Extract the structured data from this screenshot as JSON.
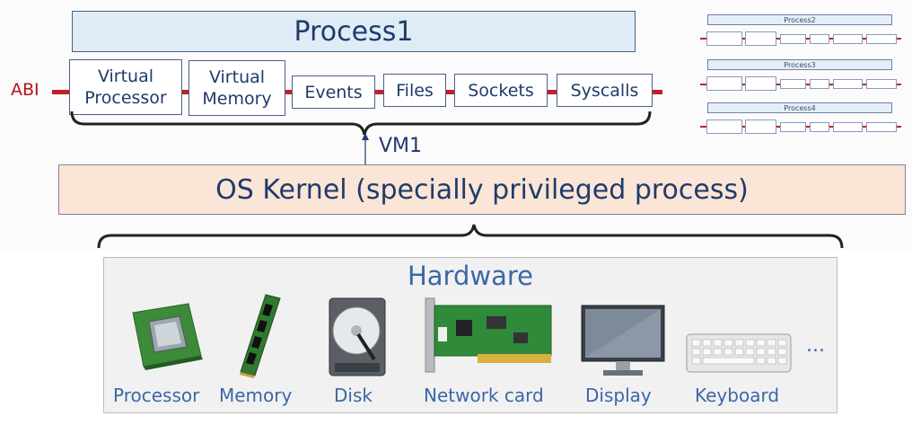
{
  "process": {
    "title": "Process1"
  },
  "abi_label": "ABI",
  "interfaces": [
    "Virtual\nProcessor",
    "Virtual\nMemory",
    "Events",
    "Files",
    "Sockets",
    "Syscalls"
  ],
  "vm_label": "VM1",
  "kernel": {
    "label": "OS Kernel (specially privileged process)"
  },
  "hardware": {
    "title": "Hardware",
    "devices": [
      "Processor",
      "Memory",
      "Disk",
      "Network card",
      "Display",
      "Keyboard"
    ],
    "more": "..."
  },
  "other_processes": [
    "Process2",
    "Process3",
    "Process4"
  ],
  "colors": {
    "abi_red": "#c0202a",
    "process_fill": "#dfecf6",
    "kernel_fill": "#fbe5d6",
    "text_blue": "#1f3b6b",
    "hardware_text": "#3b67a8"
  }
}
